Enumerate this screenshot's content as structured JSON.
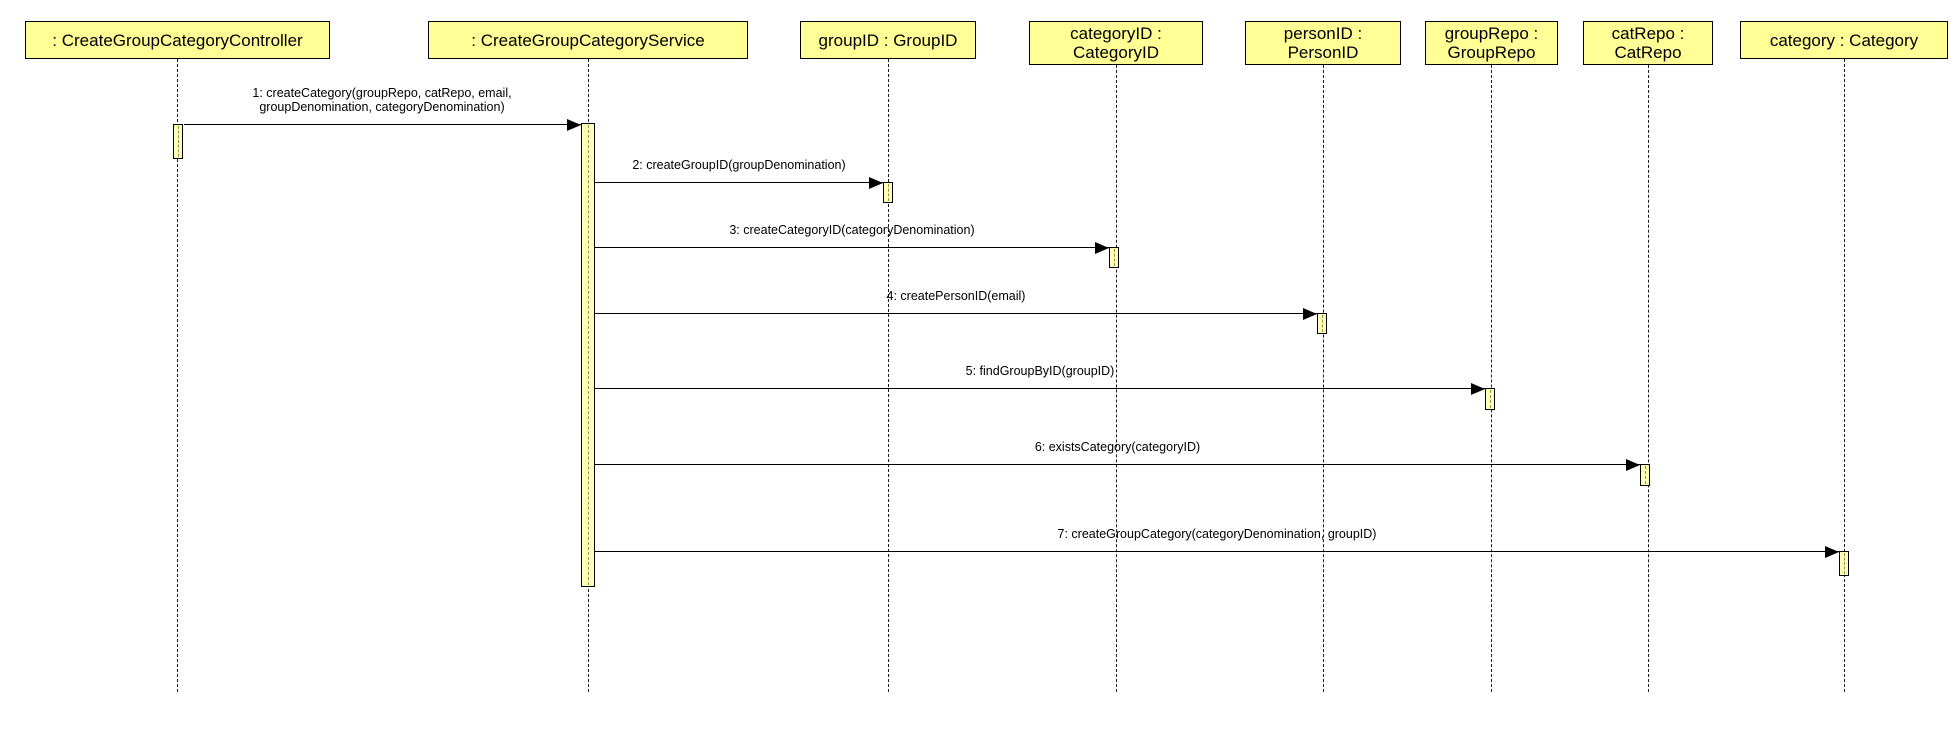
{
  "diagram_type": "uml-sequence-diagram",
  "colors": {
    "background": "#FFFFFF",
    "participant_fill": "#FFFF96",
    "activation_fill": "#FFFFB8",
    "border": "#000000"
  },
  "participants": [
    {
      "id": "controller",
      "line1": ": CreateGroupCategoryController",
      "line2": ""
    },
    {
      "id": "service",
      "line1": ": CreateGroupCategoryService",
      "line2": ""
    },
    {
      "id": "groupID",
      "line1": "groupID : GroupID",
      "line2": ""
    },
    {
      "id": "categoryID",
      "line1": "categoryID :",
      "line2": "CategoryID"
    },
    {
      "id": "personID",
      "line1": "personID :",
      "line2": "PersonID"
    },
    {
      "id": "groupRepo",
      "line1": "groupRepo :",
      "line2": "GroupRepo"
    },
    {
      "id": "catRepo",
      "line1": "catRepo :",
      "line2": "CatRepo"
    },
    {
      "id": "category",
      "line1": "category : Category",
      "line2": ""
    }
  ],
  "messages": [
    {
      "num": "1",
      "from": "controller",
      "to": "service",
      "label": "1: createCategory(groupRepo, catRepo, email,",
      "label_line2": "groupDenomination, categoryDenomination)"
    },
    {
      "num": "2",
      "from": "service",
      "to": "groupID",
      "label": "2: createGroupID(groupDenomination)",
      "label_line2": ""
    },
    {
      "num": "3",
      "from": "service",
      "to": "categoryID",
      "label": "3: createCategoryID(categoryDenomination)",
      "label_line2": ""
    },
    {
      "num": "4",
      "from": "service",
      "to": "personID",
      "label": "4: createPersonID(email)",
      "label_line2": ""
    },
    {
      "num": "5",
      "from": "service",
      "to": "groupRepo",
      "label": "5: findGroupByID(groupID)",
      "label_line2": ""
    },
    {
      "num": "6",
      "from": "service",
      "to": "catRepo",
      "label": "6: existsCategory(categoryID)",
      "label_line2": ""
    },
    {
      "num": "7",
      "from": "service",
      "to": "category",
      "label": "7: createGroupCategory(categoryDenomination, groupID)",
      "label_line2": ""
    }
  ]
}
